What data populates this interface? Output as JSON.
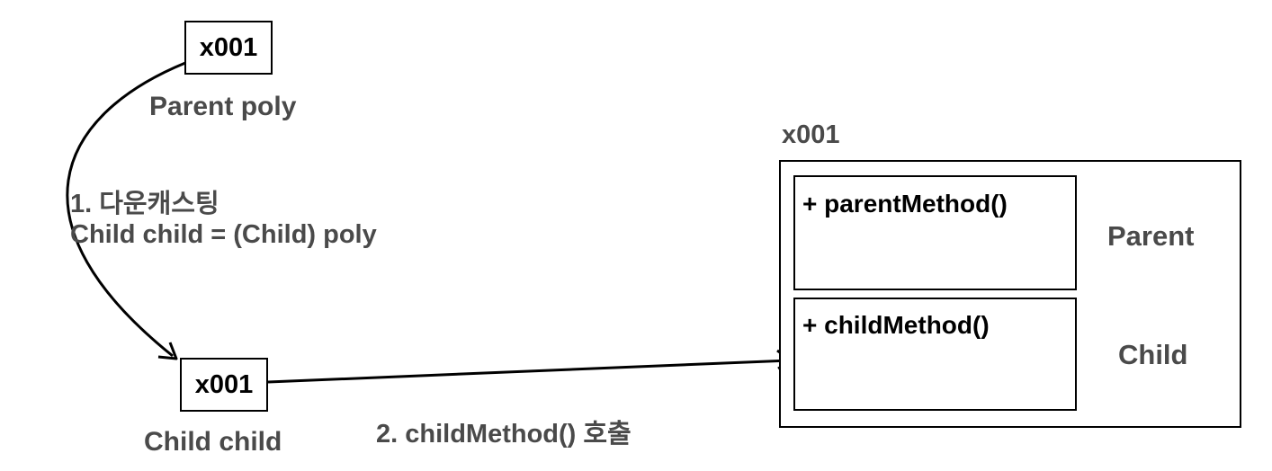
{
  "parent_ref": {
    "address": "x001",
    "label": "Parent poly"
  },
  "child_ref": {
    "address": "x001",
    "label": "Child child"
  },
  "downcast": {
    "step_label": "1. 다운캐스팅",
    "code": "Child child = (Child) poly"
  },
  "call": {
    "step_label": "2. childMethod() 호출"
  },
  "instance": {
    "address": "x001",
    "parent_section": {
      "method": "+ parentMethod()",
      "type_label": "Parent"
    },
    "child_section": {
      "method": "+ childMethod()",
      "type_label": "Child"
    }
  }
}
